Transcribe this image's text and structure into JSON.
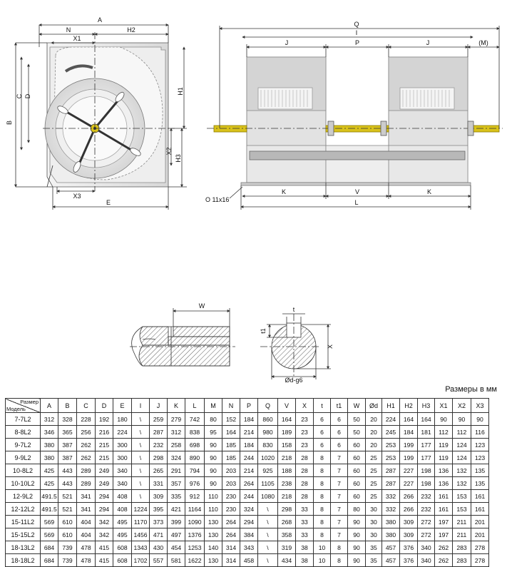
{
  "labels": {
    "front": [
      "A",
      "N",
      "H2",
      "X1",
      "C",
      "D",
      "B",
      "H1",
      "X2",
      "H3",
      "X3",
      "E"
    ],
    "side": [
      "Q",
      "I",
      "J",
      "P",
      "J",
      "(M)",
      "K",
      "V",
      "K",
      "L",
      "O 11x16"
    ],
    "shaft": [
      "W",
      "t",
      "t1",
      "X",
      "Ød-g6"
    ]
  },
  "units_note": "Размеры в мм",
  "table": {
    "corner_top": "Размер",
    "corner_bottom": "Модель",
    "headers": [
      "A",
      "B",
      "C",
      "D",
      "E",
      "I",
      "J",
      "K",
      "L",
      "M",
      "N",
      "P",
      "Q",
      "V",
      "X",
      "t",
      "t1",
      "W",
      "Ød",
      "H1",
      "H2",
      "H3",
      "X1",
      "X2",
      "X3"
    ],
    "rows": [
      {
        "model": "7-7L2",
        "cells": [
          "312",
          "328",
          "228",
          "192",
          "180",
          "\\",
          "259",
          "279",
          "742",
          "80",
          "152",
          "184",
          "860",
          "164",
          "23",
          "6",
          "6",
          "50",
          "20",
          "224",
          "164",
          "164",
          "90",
          "90",
          "90"
        ]
      },
      {
        "model": "8-8L2",
        "cells": [
          "346",
          "365",
          "256",
          "216",
          "224",
          "\\",
          "287",
          "312",
          "838",
          "95",
          "164",
          "214",
          "980",
          "189",
          "23",
          "6",
          "6",
          "50",
          "20",
          "245",
          "184",
          "181",
          "112",
          "112",
          "116"
        ]
      },
      {
        "model": "9-7L2",
        "cells": [
          "380",
          "387",
          "262",
          "215",
          "300",
          "\\",
          "232",
          "258",
          "698",
          "90",
          "185",
          "184",
          "830",
          "158",
          "23",
          "6",
          "6",
          "60",
          "20",
          "253",
          "199",
          "177",
          "119",
          "124",
          "123"
        ]
      },
      {
        "model": "9-9L2",
        "cells": [
          "380",
          "387",
          "262",
          "215",
          "300",
          "\\",
          "298",
          "324",
          "890",
          "90",
          "185",
          "244",
          "1020",
          "218",
          "28",
          "8",
          "7",
          "60",
          "25",
          "253",
          "199",
          "177",
          "119",
          "124",
          "123"
        ]
      },
      {
        "model": "10-8L2",
        "cells": [
          "425",
          "443",
          "289",
          "249",
          "340",
          "\\",
          "265",
          "291",
          "794",
          "90",
          "203",
          "214",
          "925",
          "188",
          "28",
          "8",
          "7",
          "60",
          "25",
          "287",
          "227",
          "198",
          "136",
          "132",
          "135"
        ]
      },
      {
        "model": "10-10L2",
        "cells": [
          "425",
          "443",
          "289",
          "249",
          "340",
          "\\",
          "331",
          "357",
          "976",
          "90",
          "203",
          "264",
          "1105",
          "238",
          "28",
          "8",
          "7",
          "60",
          "25",
          "287",
          "227",
          "198",
          "136",
          "132",
          "135"
        ]
      },
      {
        "model": "12-9L2",
        "cells": [
          "491.5",
          "521",
          "341",
          "294",
          "408",
          "\\",
          "309",
          "335",
          "912",
          "110",
          "230",
          "244",
          "1080",
          "218",
          "28",
          "8",
          "7",
          "60",
          "25",
          "332",
          "266",
          "232",
          "161",
          "153",
          "161"
        ]
      },
      {
        "model": "12-12L2",
        "cells": [
          "491.5",
          "521",
          "341",
          "294",
          "408",
          "1224",
          "395",
          "421",
          "1164",
          "110",
          "230",
          "324",
          "\\",
          "298",
          "33",
          "8",
          "7",
          "80",
          "30",
          "332",
          "266",
          "232",
          "161",
          "153",
          "161"
        ]
      },
      {
        "model": "15-11L2",
        "cells": [
          "569",
          "610",
          "404",
          "342",
          "495",
          "1170",
          "373",
          "399",
          "1090",
          "130",
          "264",
          "294",
          "\\",
          "268",
          "33",
          "8",
          "7",
          "90",
          "30",
          "380",
          "309",
          "272",
          "197",
          "211",
          "201"
        ]
      },
      {
        "model": "15-15L2",
        "cells": [
          "569",
          "610",
          "404",
          "342",
          "495",
          "1456",
          "471",
          "497",
          "1376",
          "130",
          "264",
          "384",
          "\\",
          "358",
          "33",
          "8",
          "7",
          "90",
          "30",
          "380",
          "309",
          "272",
          "197",
          "211",
          "201"
        ]
      },
      {
        "model": "18-13L2",
        "cells": [
          "684",
          "739",
          "478",
          "415",
          "608",
          "1343",
          "430",
          "454",
          "1253",
          "140",
          "314",
          "343",
          "\\",
          "319",
          "38",
          "10",
          "8",
          "90",
          "35",
          "457",
          "376",
          "340",
          "262",
          "283",
          "278"
        ]
      },
      {
        "model": "18-18L2",
        "cells": [
          "684",
          "739",
          "478",
          "415",
          "608",
          "1702",
          "557",
          "581",
          "1622",
          "130",
          "314",
          "458",
          "\\",
          "434",
          "38",
          "10",
          "8",
          "90",
          "35",
          "457",
          "376",
          "340",
          "262",
          "283",
          "278"
        ]
      }
    ]
  },
  "colors": {
    "shaft_yellow": "#d9c21a",
    "housing_grey": "#dcdcdc",
    "line": "#333333"
  }
}
